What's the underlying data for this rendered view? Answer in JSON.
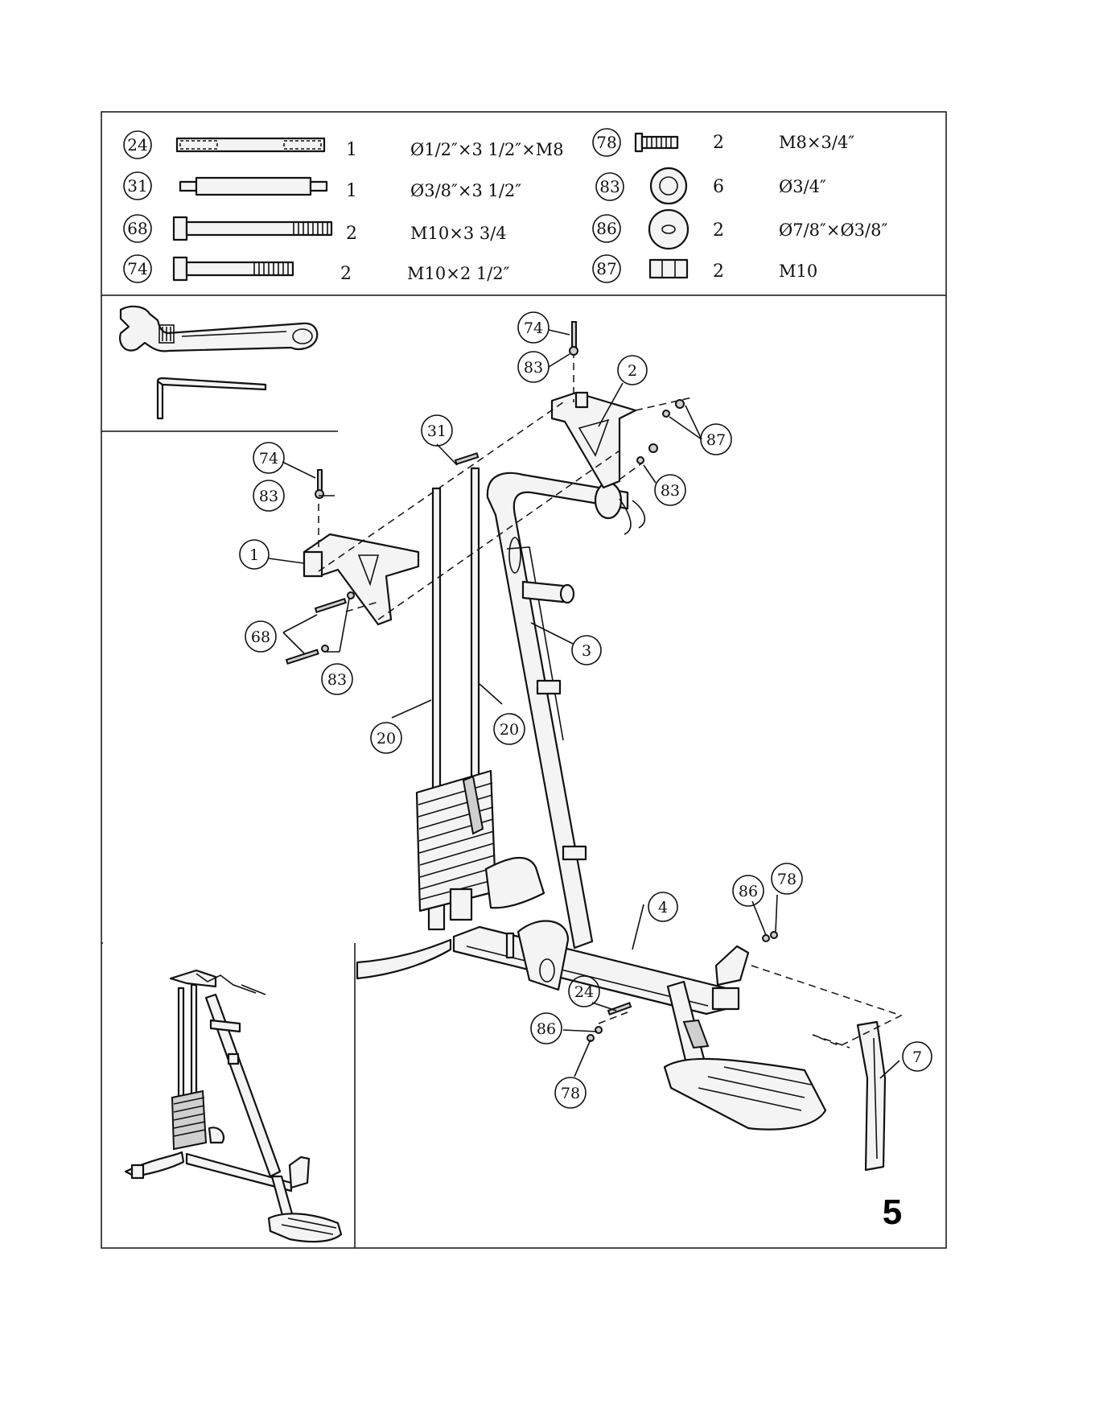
{
  "hardware": [
    {
      "id": "24",
      "qty": "1",
      "spec": "Ø1/2″×3 1/2″×M8"
    },
    {
      "id": "31",
      "qty": "1",
      "spec": "Ø3/8″×3 1/2″"
    },
    {
      "id": "68",
      "qty": "2",
      "spec": "M10×3 3/4"
    },
    {
      "id": "74",
      "qty": "2",
      "spec": "M10×2 1/2″"
    },
    {
      "id": "78",
      "qty": "2",
      "spec": "M8×3/4″"
    },
    {
      "id": "83",
      "qty": "6",
      "spec": "Ø3/4″"
    },
    {
      "id": "86",
      "qty": "2",
      "spec": "Ø7/8″×Ø3/8″"
    },
    {
      "id": "87",
      "qty": "2",
      "spec": "M10"
    }
  ],
  "callouts": {
    "c74a": "74",
    "c83a": "83",
    "c2": "2",
    "c87": "87",
    "c83b": "83",
    "c31": "31",
    "c74b": "74",
    "c83c": "83",
    "c1": "1",
    "c68": "68",
    "c83d": "83",
    "c3": "3",
    "c20a": "20",
    "c20b": "20",
    "c4": "4",
    "c86a": "86",
    "c78a": "78",
    "c24": "24",
    "c86b": "86",
    "c78b": "78",
    "c7": "7"
  },
  "step_number": "5",
  "tools": [
    "adjustable-wrench-icon",
    "allen-key-icon"
  ]
}
